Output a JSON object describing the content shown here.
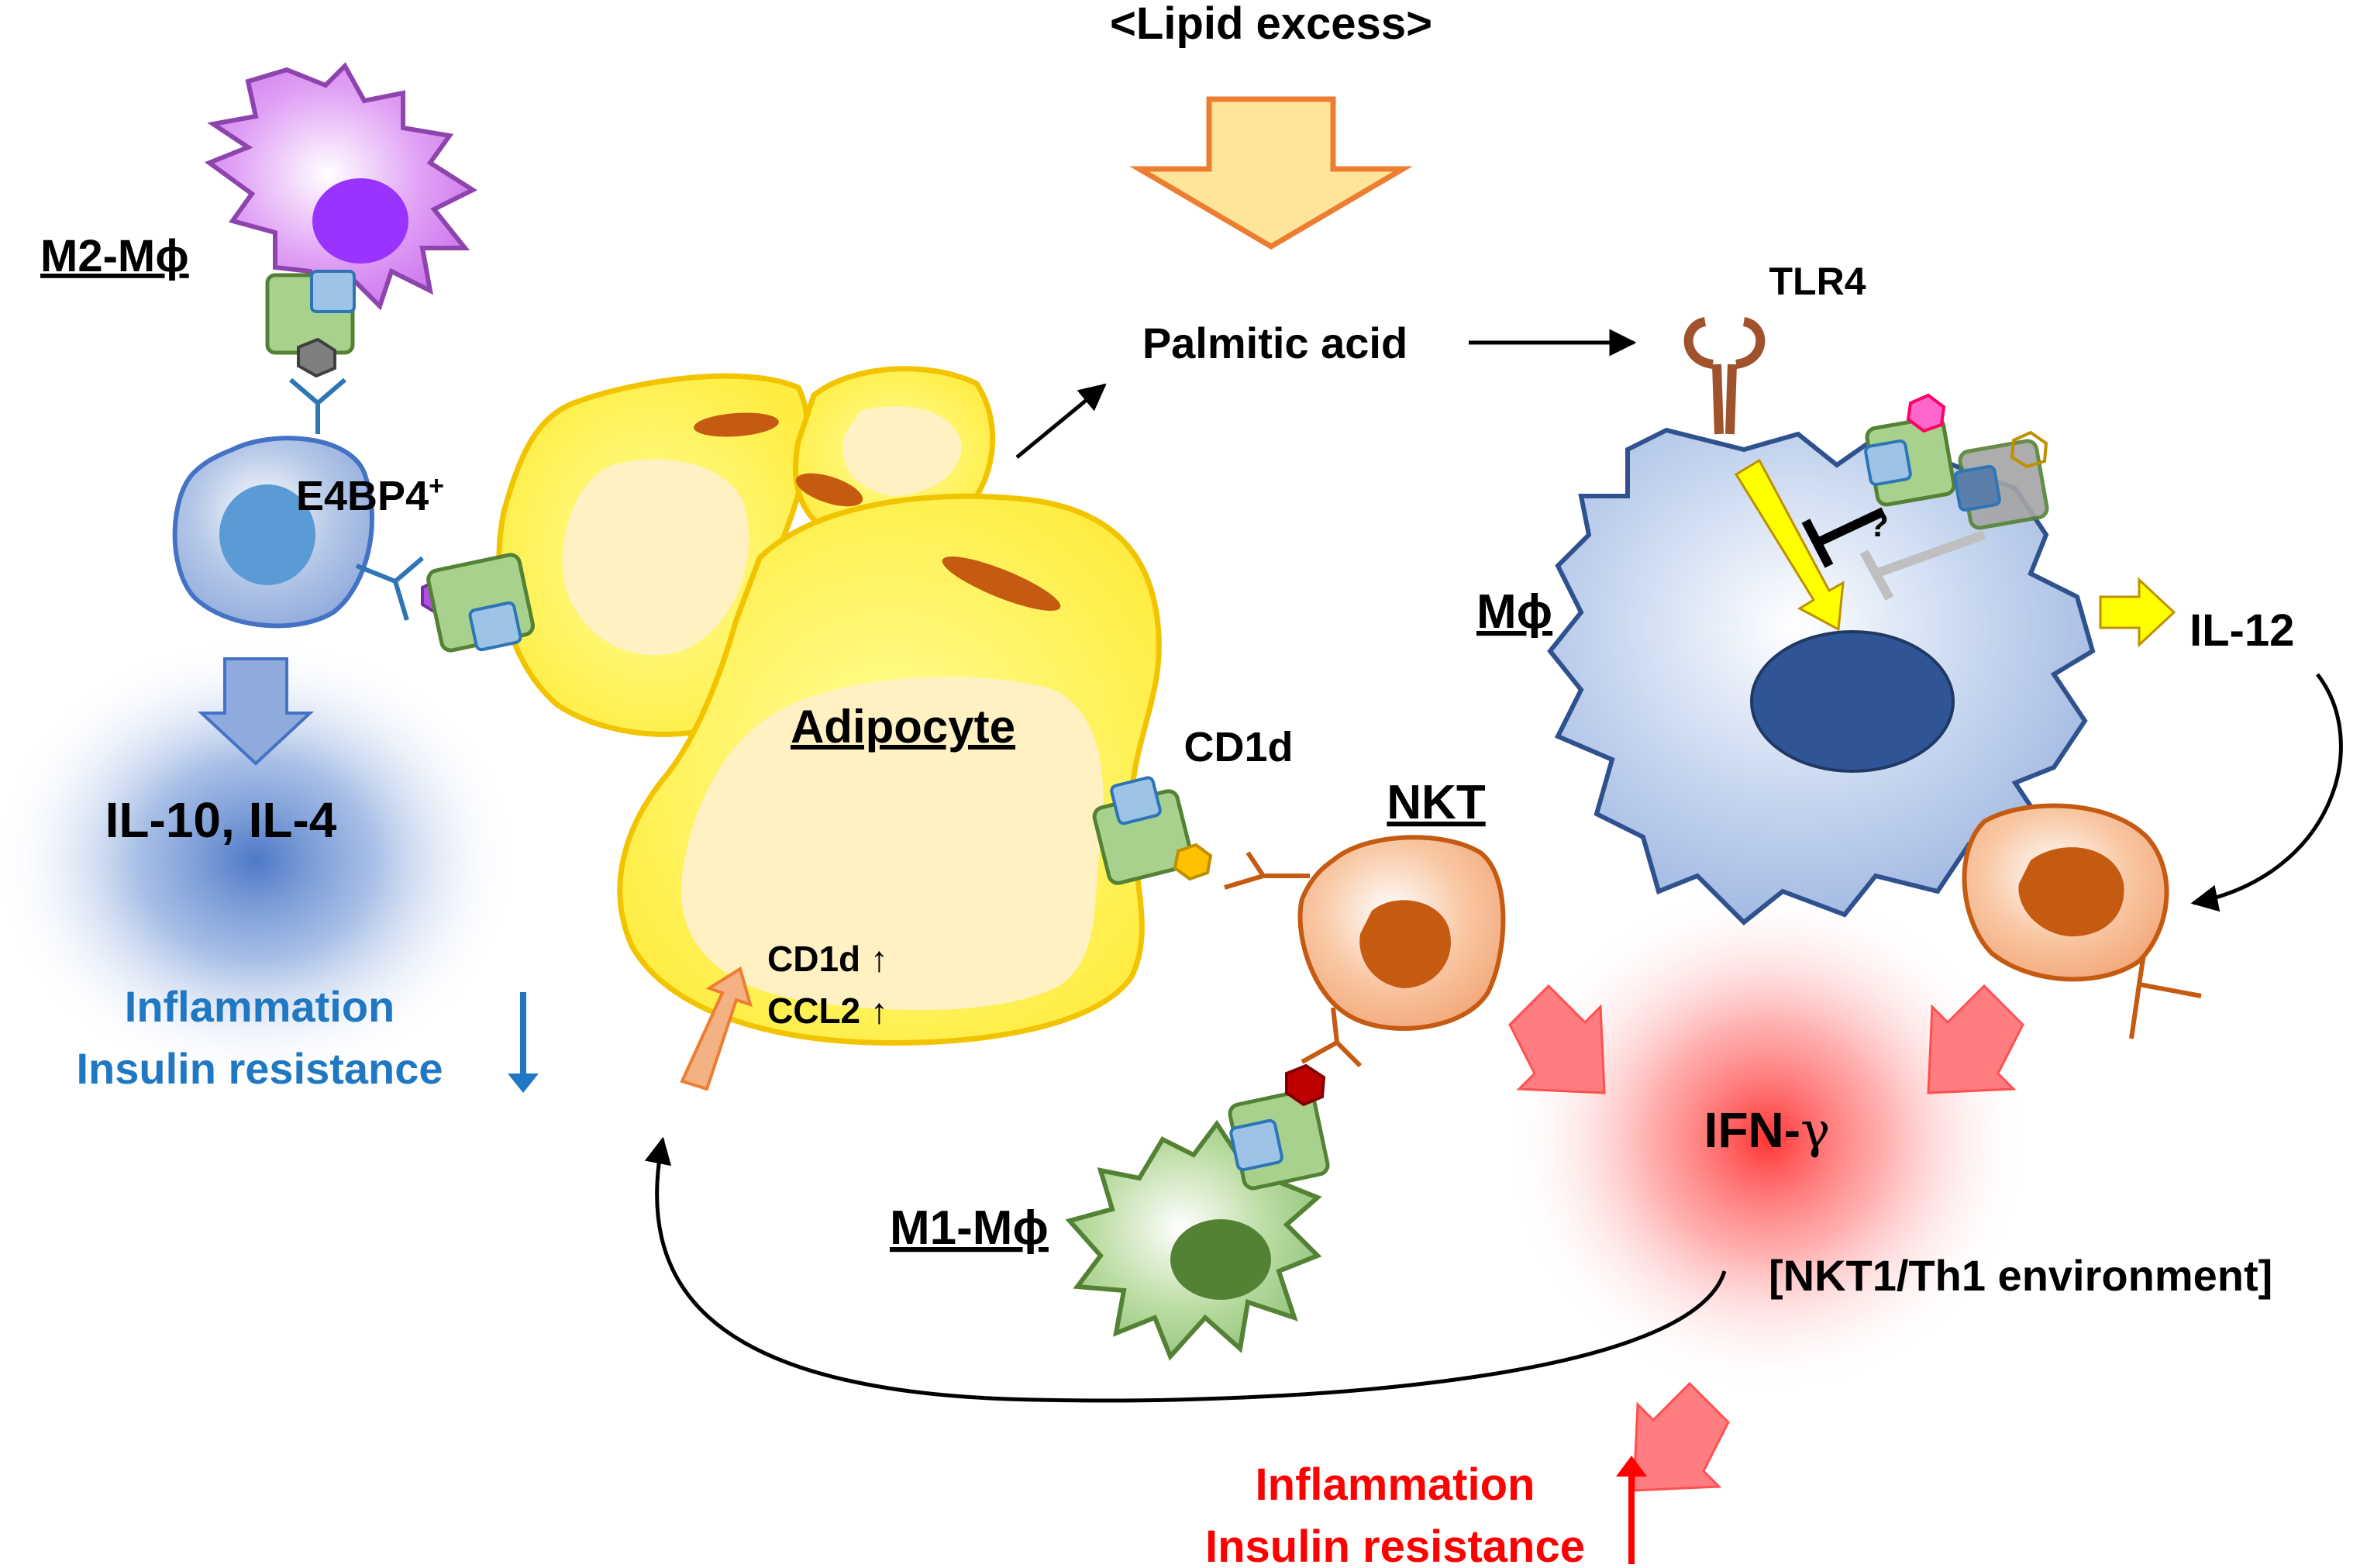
{
  "header": {
    "condition": "<Lipid excess>"
  },
  "molecules": {
    "palmitic_acid": "Palmitic acid",
    "tlr4": "TLR4"
  },
  "cells": {
    "m2": "M2-Mϕ",
    "e4bp4": "E4BP4",
    "e4bp4_sup": "+",
    "adipocyte": "Adipocyte",
    "nkt": "NKT",
    "m1": "M1-Mϕ",
    "macrophage": "Mϕ"
  },
  "labels": {
    "cd1d": "CD1d",
    "cd1d_up": "CD1d ↑",
    "ccl2_up": "CCL2 ↑",
    "il12": "IL-12",
    "question": "?",
    "il10_il4": "IL-10, IL-4",
    "ifn_prefix": "IFN-",
    "ifn_greek": "γ",
    "environment": "[NKT1/Th1 environment]"
  },
  "outcomes": {
    "down": {
      "line1": "Inflammation",
      "line2": "Insulin resistance",
      "color": "#1f78c1"
    },
    "up": {
      "line1": "Inflammation",
      "line2": "Insulin resistance",
      "color": "#ff0000"
    }
  },
  "colors": {
    "adipocyte_fill": "#ffff66",
    "adipocyte_stroke": "#f2c400",
    "m2_fill": "#d98cf2",
    "m1_fill": "#a9d18e",
    "macrophage_fill": "#b4c7e7",
    "nkt_fill": "#f4b183",
    "ifn_glow": "#ff5050",
    "il10_glow": "#4472c4"
  }
}
